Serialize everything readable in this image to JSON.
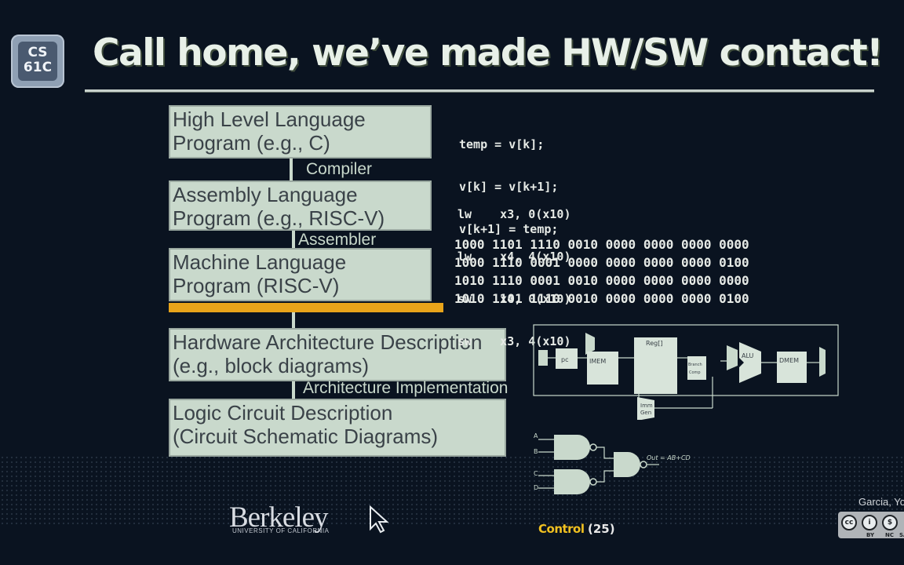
{
  "logo": {
    "line1": "CS",
    "line2": "61C"
  },
  "title": "Call home, we’ve made HW/SW contact!",
  "levels": [
    {
      "line1": "High Level Language",
      "line2": "Program (e.g., C)"
    },
    {
      "line1": "Assembly  Language",
      "line2": "Program (e.g., RISC-V)"
    },
    {
      "line1": "Machine  Language",
      "line2": "Program (RISC-V)"
    },
    {
      "line1": "Hardware Architecture Description",
      "line2": "(e.g., block diagrams)"
    },
    {
      "line1": "Logic Circuit Description",
      "line2": "(Circuit Schematic Diagrams)"
    }
  ],
  "steps": [
    "Compiler",
    "Assembler",
    "Architecture Implementation"
  ],
  "c_code": [
    "temp = v[k];",
    "v[k] = v[k+1];",
    "v[k+1] = temp;"
  ],
  "asm_code": [
    "lw    x3, 0(x10)",
    "lw    x4, 4(x10)",
    "sw    x4, 0(x10)",
    "sw    x3, 4(x10)"
  ],
  "machine_code": [
    "1000 1101 1110 0010 0000 0000 0000 0000",
    "1000 1110 0001 0000 0000 0000 0000 0100",
    "1010 1110 0001 0010 0000 0000 0000 0000",
    "1010 1101 1110 0010 0000 0000 0000 0100"
  ],
  "datapath": {
    "pc": "pc",
    "imem": "IMEM",
    "reg": "Reg[]",
    "alu": "ALU",
    "dmem": "DMEM",
    "imm": "Imm",
    "gen": "Gen",
    "branch": "Branch",
    "comp": "Comp"
  },
  "gates": {
    "a": "A",
    "b": "B",
    "c": "C",
    "d": "D",
    "out": "Out = AB+CD"
  },
  "footer": {
    "university": "Berkeley",
    "university_sub": "UNIVERSITY OF CALIFORNIA",
    "section": "Control",
    "page": "(25)",
    "author": "Garcia, Yo",
    "cc_by": "BY",
    "cc_nc": "NC",
    "cc_sa": "SA"
  },
  "colors": {
    "box": "#c9d9cc",
    "highlight": "#e8a41a",
    "footer_section": "#f0c020"
  }
}
